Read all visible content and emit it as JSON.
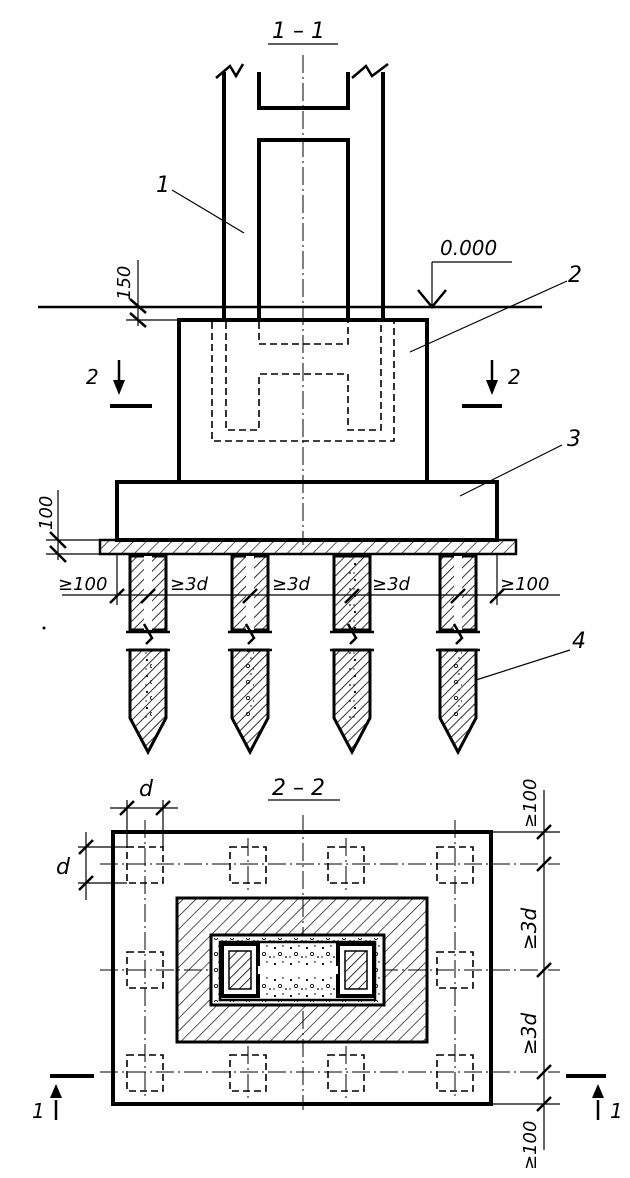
{
  "section_top": {
    "title": "1 – 1",
    "elevation": "0.000",
    "dim_150": "150",
    "dim_100_left": "100",
    "dim_min100_left": "≥100",
    "dim_min100_right": "≥100",
    "dim_3d": [
      "≥3d",
      "≥3d",
      "≥3d"
    ],
    "cut_label_left": "2",
    "cut_label_right": "2",
    "callouts": [
      "1",
      "2",
      "3",
      "4"
    ]
  },
  "section_plan": {
    "title": "2 – 2",
    "dim_d_top": "d",
    "dim_d_left": "d",
    "right_dims": [
      "≥100",
      "≥3d",
      "≥3d",
      "≥100"
    ],
    "cut_label_left": "1",
    "cut_label_right": "1"
  }
}
